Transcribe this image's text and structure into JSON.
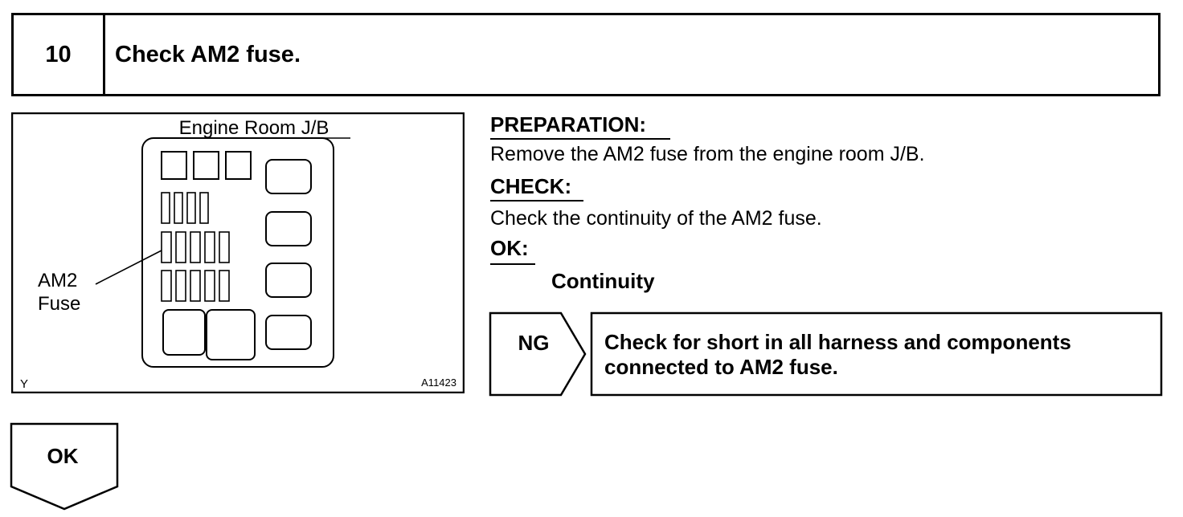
{
  "step": {
    "number": "10",
    "title": "Check AM2 fuse."
  },
  "figure": {
    "title": "Engine Room J/B",
    "callout_line1": "AM2",
    "callout_line2": "Fuse",
    "corner_code": "Y",
    "figure_id": "A11423"
  },
  "instructions": {
    "preparation_heading": "PREPARATION:",
    "preparation_text": "Remove the AM2 fuse from the engine room J/B.",
    "check_heading": "CHECK:",
    "check_text": "Check the continuity of the AM2 fuse.",
    "ok_heading": "OK:",
    "ok_value": "Continuity"
  },
  "ng_branch": {
    "label": "NG",
    "action_line1": "Check for short in all harness and components",
    "action_line2": "connected to AM2 fuse."
  },
  "ok_branch": {
    "label": "OK"
  }
}
